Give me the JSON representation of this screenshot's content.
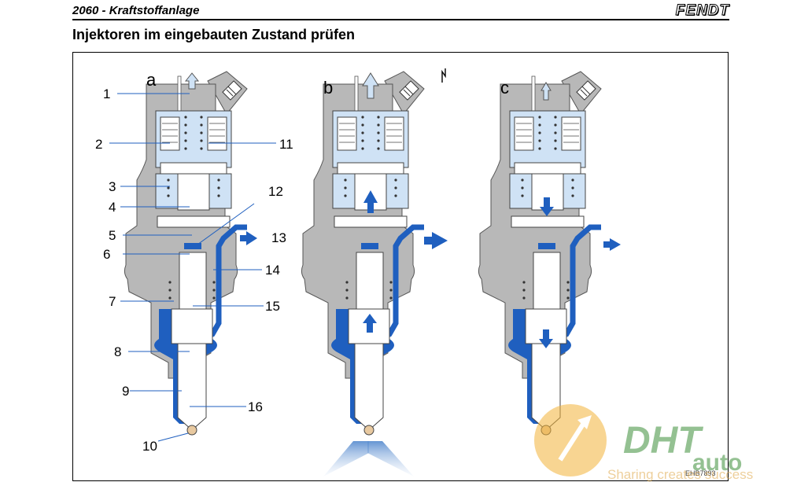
{
  "header": {
    "doc_title": "2060 - Kraftstoffanlage",
    "brand": "FENDT"
  },
  "section": {
    "heading": "Injektoren im eingebauten Zustand prüfen"
  },
  "figure": {
    "panel_labels": [
      "a",
      "b",
      "c"
    ],
    "callouts": {
      "c1": "1",
      "c2": "2",
      "c3": "3",
      "c4": "4",
      "c5": "5",
      "c6": "6",
      "c7": "7",
      "c8": "8",
      "c9": "9",
      "c10": "10",
      "c11": "11",
      "c12": "12",
      "c13": "13",
      "c14": "14",
      "c15": "15",
      "c16": "16"
    },
    "ref_code": "EHB7893",
    "colors": {
      "housing": "#b8b8b8",
      "fuel": "#1f5fbf",
      "chamber": "#cfe2f5",
      "spray": "#7fa6d8"
    }
  },
  "watermark": {
    "brand_a": "DHT",
    "brand_b": "auto",
    "tagline": "Sharing creates success"
  }
}
